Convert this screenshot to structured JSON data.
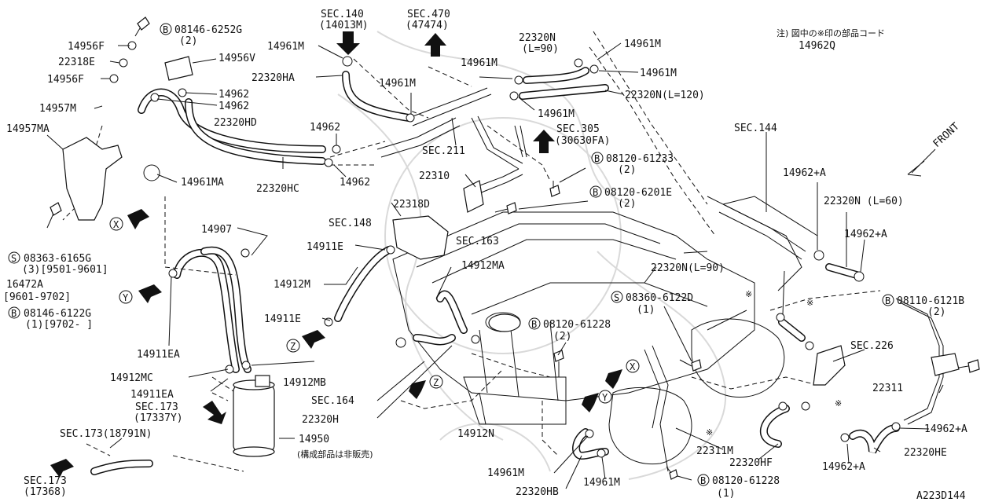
{
  "labels": {
    "b_08146_6252g": "08146-6252G",
    "qty_2a": "(2)",
    "p14956f_top": "14956F",
    "p22318e": "22318E",
    "p14956f_bot": "14956F",
    "p14957m": "14957M",
    "p14957ma": "14957MA",
    "p14956v": "14956V",
    "p14962_a": "14962",
    "p14962_b": "14962",
    "p22320hd": "22320HD",
    "p14961ma": "14961MA",
    "p22320hc": "22320HC",
    "p14962_c": "14962",
    "p14962_d": "14962",
    "sec140": "SEC.140",
    "sec140_ref": "(14013M)",
    "sec470": "SEC.470",
    "sec470_ref": "(47474)",
    "p14961m_a": "14961M",
    "p22320ha": "22320HA",
    "p14961m_b": "14961M",
    "sec211": "SEC.211",
    "p22320n_top": "22320N",
    "p22320n_top_len": "(L=90)",
    "p14961m_c": "14961M",
    "p14961m_d": "14961M",
    "p14961m_e": "14961M",
    "p22320n_120": "22320N(L=120)",
    "p14961m_f": "14961M",
    "sec305": "SEC.305",
    "sec305_ref": "(30630FA)",
    "b_08120_61233": "08120-61233",
    "qty_2b": "(2)",
    "p22310": "22310",
    "b_08120_6201e": "08120-6201E",
    "qty_2c": "(2)",
    "p22318d": "22318D",
    "sec148": "SEC.148",
    "sec163": "SEC.163",
    "p14911e_a": "14911E",
    "p14912ma": "14912MA",
    "p14912m": "14912M",
    "p14911e_b": "14911E",
    "p14907": "14907",
    "s_08363_6165g": "08363-6165G",
    "s_08363_qty": "(3)[9501-9601]",
    "p16472a": "16472A",
    "p16472a_range": "[9601-9702]",
    "b_08146_6122g": "08146-6122G",
    "b_08146_6122g_qty": "(1)[9702-     ]",
    "p14911ea_a": "14911EA",
    "p14912mc": "14912MC",
    "p14912mb": "14912MB",
    "p14911ea_b": "14911EA",
    "sec173_a": "SEC.173",
    "sec173_a_ref": "(17337Y)",
    "sec173_b": "SEC.173(18791N)",
    "sec173_c": "SEC.173",
    "sec173_c_ref": "(17368)",
    "p14950": "14950",
    "p14950_note": "(構成部品は非販売)",
    "note_jp": "注) 図中の※印の部品コード",
    "note_code": "14962Q",
    "sec144": "SEC.144",
    "front": "FRONT",
    "p14962a_a": "14962+A",
    "p22320n_60": "22320N (L=60)",
    "p14962a_b": "14962+A",
    "p22320n_90": "22320N(L=90)",
    "s_08360_6122d": "08360-6122D",
    "qty_1a": "(1)",
    "b_08110_6121b": "08110-6121B",
    "qty_2d": "(2)",
    "b_08120_61228_a": "08120-61228",
    "qty_2e": "(2)",
    "sec226": "SEC.226",
    "p22311": "22311",
    "sec164": "SEC.164",
    "p22320h": "22320H",
    "p14912n": "14912N",
    "p14962a_c": "14962+A",
    "p22320he": "22320HE",
    "p14962a_d": "14962+A",
    "p22320hf": "22320HF",
    "p22311m": "22311M",
    "p14961m_g": "14961M",
    "p22320hb": "22320HB",
    "p14961m_h": "14961M",
    "b_08120_61228_b": "08120-61228",
    "qty_1b": "(1)",
    "diagram_id": "A223D144",
    "ref_x_1": "X",
    "ref_x_2": "X",
    "ref_y_1": "Y",
    "ref_y_2": "Y",
    "ref_z_1": "Z",
    "ref_z_2": "Z",
    "b": "B",
    "s": "S",
    "star": "※"
  },
  "icons": {
    "bolt": "bolt-icon",
    "clamp": "hose-clamp-icon",
    "arrow": "direction-arrow-icon"
  }
}
